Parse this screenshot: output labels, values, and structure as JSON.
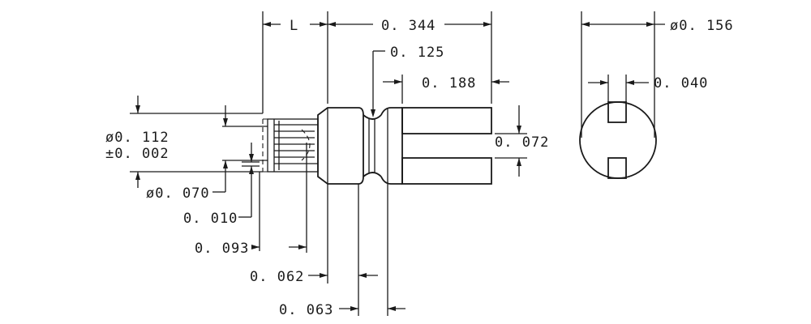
{
  "dimensions": {
    "L": "L",
    "d0344": "0. 344",
    "d0125": "0. 125",
    "d0188": "0. 188",
    "dia0112": "ø0. 112",
    "tol0002": "±0. 002",
    "dia0070": "ø0. 070",
    "d0010": "0. 010",
    "d0093": "0. 093",
    "d0062": "0. 062",
    "d0063": "0. 063",
    "d0072": "0. 072",
    "dia0156": "ø0. 156",
    "d0040": "0. 040"
  }
}
